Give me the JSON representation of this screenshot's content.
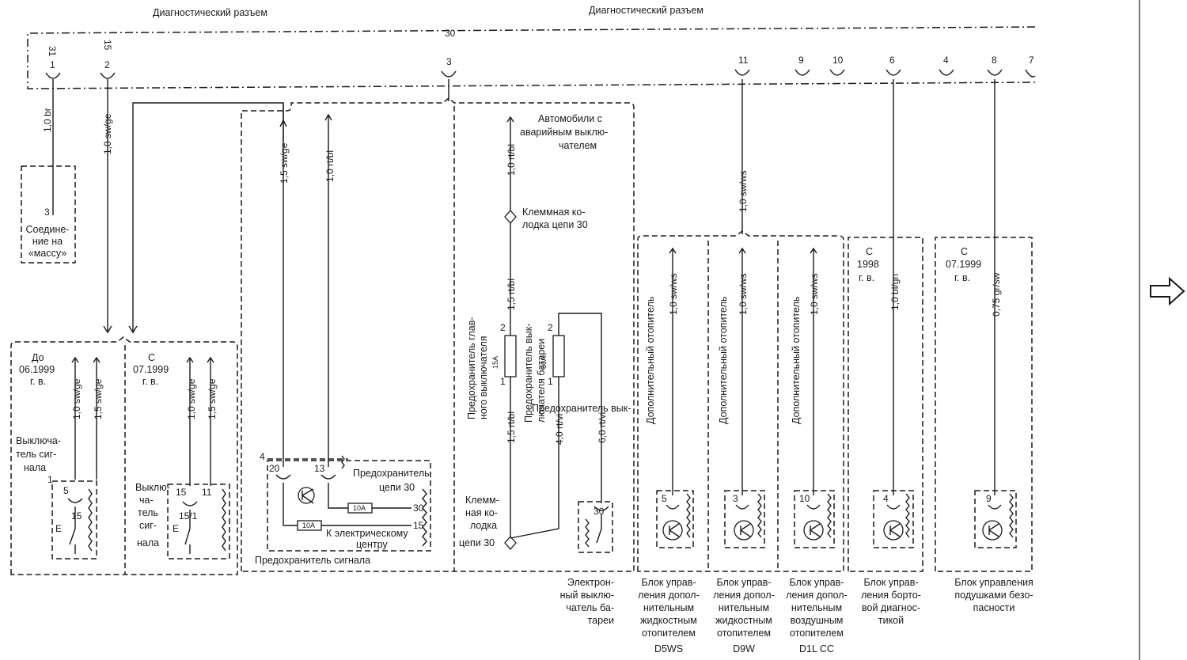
{
  "diagnostic_connector_label": "Диагностический разъем",
  "pins": [
    {
      "id": "p1",
      "num": "1",
      "term": "31"
    },
    {
      "id": "p2",
      "num": "2",
      "term": "15"
    },
    {
      "id": "p3",
      "num": "3",
      "term": "30"
    },
    {
      "id": "p11",
      "num": "11",
      "term": ""
    },
    {
      "id": "p9",
      "num": "9",
      "term": ""
    },
    {
      "id": "p10",
      "num": "10",
      "term": ""
    },
    {
      "id": "p6",
      "num": "6",
      "term": ""
    },
    {
      "id": "p4",
      "num": "4",
      "term": ""
    },
    {
      "id": "p8",
      "num": "8",
      "term": ""
    },
    {
      "id": "p7",
      "num": "7",
      "term": ""
    }
  ],
  "wires": {
    "w1": "1,0 br",
    "w2": "1,0 sw/ge",
    "w3": "1,5 sw/ge",
    "w4": "1,0 rt/bl",
    "w5": "1,0 rt/bl",
    "w6": "1,5 rt/bl",
    "w7": "1,5 rt/bl",
    "w8": "4,0 rt/vi",
    "w9": "6,0 rt/vi",
    "w10": "1,0 sw/ws",
    "w11": "1,0 sw/ws",
    "w12": "1,0 sw/ws",
    "w13": "1,0 sw/ws",
    "w14": "1,0 bl/gn",
    "w15": "0,75 gr/sw",
    "w16": "1,0 sw/ge",
    "w17": "1,5 sw/ge",
    "w18": "1,0 sw/ge",
    "w19": "1,5 sw/ge"
  },
  "ground": {
    "pin": "3",
    "label": "Соедине-\nние на\n«массу»"
  },
  "switch_group": {
    "before_label": "До\n06.1999\nг. в.",
    "from_label": "С\n07.1999\nг. в.",
    "switch_a_label": "Выключа-\nтель сиг-\nнала",
    "switch_a_num": "1",
    "switch_b_label": "Выклю-\nча-\nтель\nсиг-\nнала",
    "pins_a": [
      "5",
      "15"
    ],
    "pins_b": [
      "15",
      "11",
      "15/1"
    ],
    "letter_e": "E"
  },
  "signal_fuse": {
    "num": "4",
    "pin_20": "20",
    "pin_13": "13",
    "circuit_fuse_label": "Предохранитель\nцепи 30",
    "fuse_10a_a": "10A",
    "fuse_10a_b": "10A",
    "term_30": "30",
    "term_15": "15",
    "to_center_label": "К электрическому\nцентру",
    "bottom_label": "Предохранитель сигнала"
  },
  "battery_switch": {
    "vehicles_label": "Автомобили с\nаварийным выклю-\nчателем",
    "terminal_block_top": "Клеммная ко-\nлодка цепи 30",
    "terminal_block_bottom": "Клемм-\nная ко-\nлодка\nцепи 30",
    "main_fuse_label": "Предохранитель глав-\nного выключателя",
    "battery_fuse_label": "Предохранитель вык-\nлючателя батареи",
    "fuse_15a": "15A",
    "fuse_50a": "50A",
    "num_1": "1",
    "num_2": "2",
    "pin_30": "30",
    "caption": "Электрон-\nный выклю-\nчатель ба-\nтареи"
  },
  "heater_units": [
    {
      "id": "d5ws",
      "title": "Дополнительный отопитель",
      "pin": "5",
      "caption": "Блок управ-\nления допол-\nнительным\nжидкостным\nотопителем\nD5WS"
    },
    {
      "id": "d9w",
      "title": "Дополнительный отопитель",
      "pin": "3",
      "caption": "Блок управ-\nления допол-\nнительным\nжидкостным\nотопителем\nD9W"
    },
    {
      "id": "d1lcc",
      "title": "Дополнительный отопитель",
      "pin": "10",
      "caption": "Блок управ-\nления допол-\nнительным\nвоздушным\nотопителем\nD1L CC"
    }
  ],
  "diag_unit": {
    "from_label": "С\n1998\nг. в.",
    "pin": "4",
    "caption": "Блок управ-\nления борто-\nвой диагнос-\nтикой"
  },
  "airbag_unit": {
    "from_label": "С\n07.1999\nг. в.",
    "pin": "9",
    "caption": "Блок управления\nподушками безо-\nпасности"
  },
  "nav_arrow": "continue-arrow"
}
